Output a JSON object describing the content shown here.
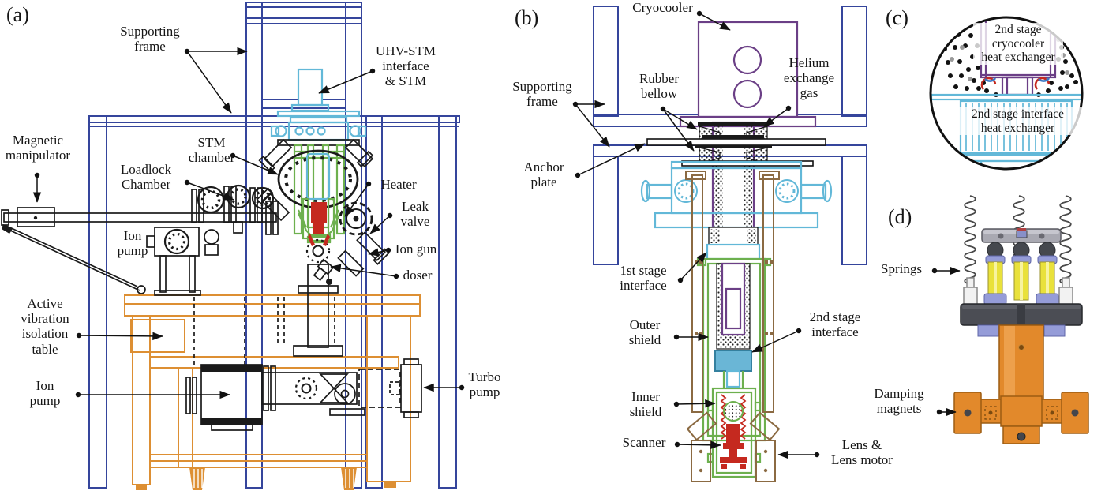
{
  "colors": {
    "frame_blue": "#35459c",
    "table_orange": "#dd8f33",
    "accent_cyan": "#62b8d8",
    "accent_green": "#6db04e",
    "accent_red": "#c5291f",
    "accent_purple": "#6b3f86",
    "accent_brown": "#8b6a42",
    "line_black": "#1a1a1a"
  },
  "panels": {
    "a": {
      "tag": "(a)",
      "labels": {
        "supporting_frame": "Supporting\nframe",
        "uhv_stm_interface": "UHV-STM\ninterface\n& STM",
        "magnetic_manipulator": "Magnetic\nmanipulator",
        "loadlock_chamber": "Loadlock\nChamber",
        "stm_chamber": "STM\nchamber",
        "ion_pump_top": "Ion\npump",
        "heater": "Heater",
        "leak_valve": "Leak\nvalve",
        "ion_gun": "Ion gun",
        "doser": "doser",
        "vibration_table": "Active\nvibration\nisolation\ntable",
        "ion_pump_bottom": "Ion\npump",
        "turbo_pump": "Turbo\npump"
      }
    },
    "b": {
      "tag": "(b)",
      "labels": {
        "cryocooler": "Cryocooler",
        "supporting_frame": "Supporting\nframe",
        "rubber_bellow": "Rubber\nbellow",
        "helium_exchange_gas": "Helium\nexchange\ngas",
        "anchor_plate": "Anchor\nplate",
        "first_stage_interface": "1st stage\ninterface",
        "outer_shield": "Outer\nshield",
        "second_stage_interface": "2nd stage\ninterface",
        "inner_shield": "Inner\nshield",
        "scanner": "Scanner",
        "lens_motor": "Lens &\nLens motor"
      }
    },
    "c": {
      "tag": "(c)",
      "labels": {
        "cryocooler_heat_exchanger": "2nd stage\ncryocooler\nheat exchanger",
        "interface_heat_exchanger": "2nd stage interface\nheat exchanger"
      }
    },
    "d": {
      "tag": "(d)",
      "labels": {
        "springs": "Springs",
        "damping_magnets": "Damping\nmagnets"
      }
    }
  }
}
